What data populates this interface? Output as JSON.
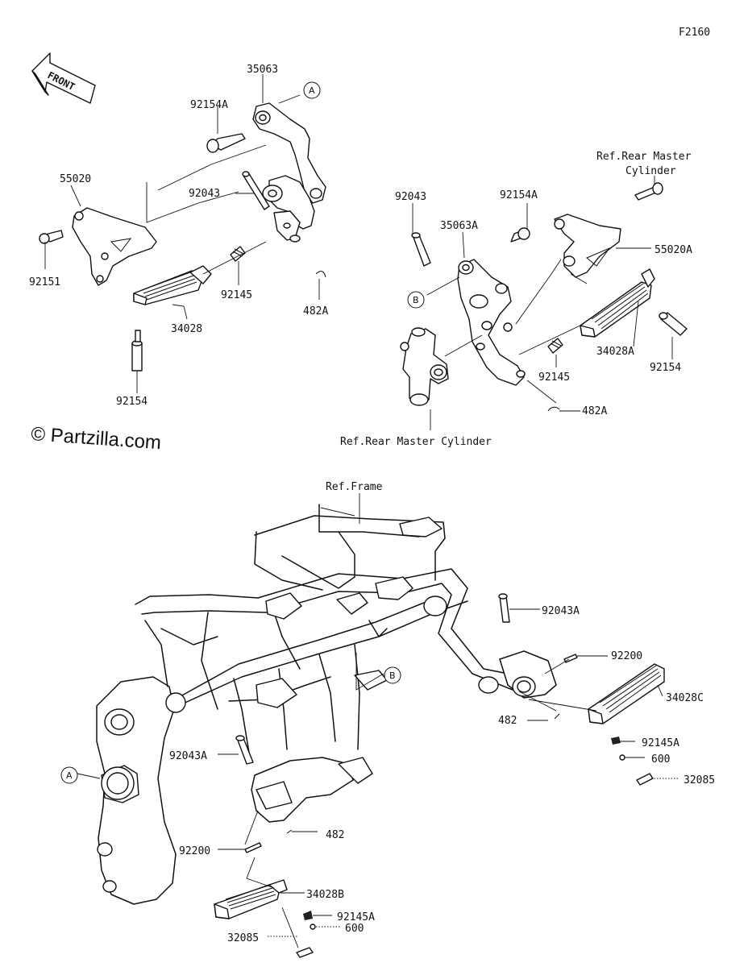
{
  "diagram_code": "F2160",
  "watermark": "© Partzilla.com",
  "front_arrow_label": "FRONT",
  "callouts": {
    "a": "A",
    "b": "B"
  },
  "labels": {
    "p35063": "35063",
    "p92154A_l": "92154A",
    "p92043_l": "92043",
    "p55020": "55020",
    "p92151": "92151",
    "p92145_l": "92145",
    "p482A_l": "482A",
    "p34028": "34028",
    "p92154_l": "92154",
    "ref_rmc_top_1": "Ref.Rear Master",
    "ref_rmc_top_2": "Cylinder",
    "p92043_r": "92043",
    "p92154A_r": "92154A",
    "p35063A": "35063A",
    "p55020A": "55020A",
    "p34028A": "34028A",
    "p92154_r": "92154",
    "p92145_r": "92145",
    "p482A_r": "482A",
    "ref_rmc_bottom": "Ref.Rear Master Cylinder",
    "ref_frame": "Ref.Frame",
    "p92043A_top": "92043A",
    "p92200_r": "92200",
    "p34028C": "34028C",
    "p482_r": "482",
    "p92145A_r": "92145A",
    "p600_r": "600",
    "p32085_r": "32085",
    "p92043A_left": "92043A",
    "p482_l": "482",
    "p92200_l": "92200",
    "p34028B": "34028B",
    "p92145A_l": "92145A",
    "p600_l": "600",
    "p32085_l": "32085"
  }
}
